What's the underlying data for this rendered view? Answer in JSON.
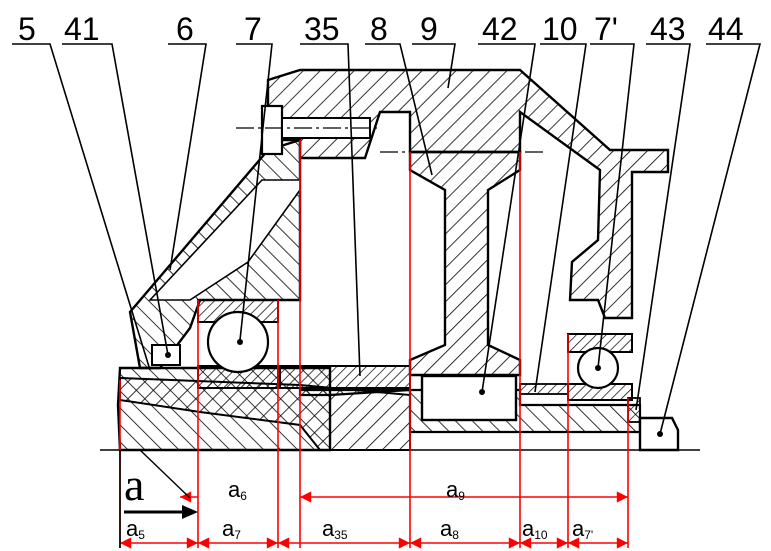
{
  "colors": {
    "outline": "#000000",
    "dimension": "#ff0000",
    "hatch": "#000000"
  },
  "part_labels": [
    {
      "id": "5",
      "text": "5"
    },
    {
      "id": "41",
      "text": "41"
    },
    {
      "id": "6",
      "text": "6"
    },
    {
      "id": "7",
      "text": "7"
    },
    {
      "id": "35",
      "text": "35"
    },
    {
      "id": "8",
      "text": "8"
    },
    {
      "id": "9",
      "text": "9"
    },
    {
      "id": "42",
      "text": "42"
    },
    {
      "id": "10",
      "text": "10"
    },
    {
      "id": "7p",
      "text": "7'"
    },
    {
      "id": "43",
      "text": "43"
    },
    {
      "id": "44",
      "text": "44"
    }
  ],
  "datum_label": "a",
  "dimensions": {
    "a5": {
      "main": "a",
      "sub": "5"
    },
    "a6": {
      "main": "a",
      "sub": "6"
    },
    "a7": {
      "main": "a",
      "sub": "7"
    },
    "a35": {
      "main": "a",
      "sub": "35"
    },
    "a8": {
      "main": "a",
      "sub": "8"
    },
    "a9": {
      "main": "a",
      "sub": "9"
    },
    "a10": {
      "main": "a",
      "sub": "10"
    },
    "a7p": {
      "main": "a",
      "sub": "7'"
    }
  }
}
